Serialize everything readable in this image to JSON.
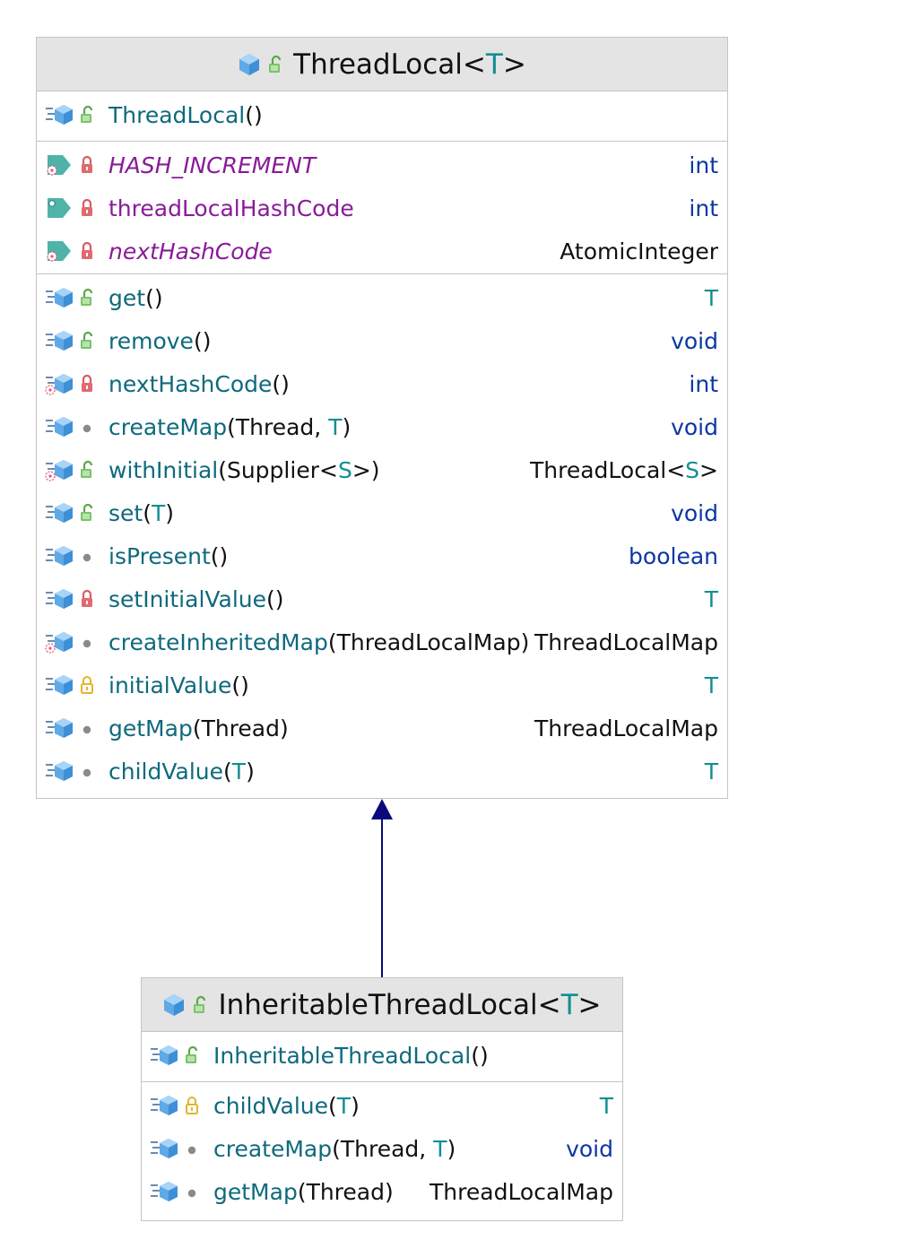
{
  "colors": {
    "method_name": "#0e6a7d",
    "field_name": "#8a1a9a",
    "keyword": "#0b36a3",
    "type_param": "#138e93",
    "header_bg": "#e4e4e4",
    "border": "#c4c4c4",
    "arrow": "#0a0a7a"
  },
  "thread_local": {
    "title_name": "ThreadLocal",
    "title_lt": "<",
    "title_param": "T",
    "title_gt": ">",
    "constructor": {
      "name": "ThreadLocal",
      "args": "()"
    },
    "fields": [
      {
        "name": "HASH_INCREMENT",
        "type": "int",
        "visibility": "private"
      },
      {
        "name": "threadLocalHashCode",
        "type": "int",
        "visibility": "private"
      },
      {
        "name": "nextHashCode",
        "type": "AtomicInteger",
        "visibility": "private"
      }
    ],
    "methods": [
      {
        "name": "get",
        "args": "()",
        "type": "T"
      },
      {
        "name": "remove",
        "args": "()",
        "type": "void"
      },
      {
        "name": "nextHashCode",
        "args": "()",
        "type": "int"
      },
      {
        "name": "createMap",
        "args_a": "(Thread, ",
        "args_p": "T",
        "args_b": ")",
        "type": "void"
      },
      {
        "name": "withInitial",
        "args_a": "(Supplier<",
        "args_p": "S",
        "args_b": ">)",
        "type_a": "ThreadLocal<",
        "type_p": "S",
        "type_b": ">"
      },
      {
        "name": "set",
        "args_a": "(",
        "args_p": "T",
        "args_b": ")",
        "type": "void"
      },
      {
        "name": "isPresent",
        "args": "()",
        "type": "boolean"
      },
      {
        "name": "setInitialValue",
        "args": "()",
        "type": "T"
      },
      {
        "name": "createInheritedMap",
        "args": "(ThreadLocalMap)",
        "type": "ThreadLocalMap"
      },
      {
        "name": "initialValue",
        "args": "()",
        "type": "T"
      },
      {
        "name": "getMap",
        "args": "(Thread)",
        "type": "ThreadLocalMap"
      },
      {
        "name": "childValue",
        "args_a": "(",
        "args_p": "T",
        "args_b": ")",
        "type": "T"
      }
    ]
  },
  "inheritable": {
    "title_name": "InheritableThreadLocal",
    "title_lt": "<",
    "title_param": "T",
    "title_gt": ">",
    "constructor": {
      "name": "InheritableThreadLocal",
      "args": "()"
    },
    "methods": [
      {
        "name": "childValue",
        "args_a": "(",
        "args_p": "T",
        "args_b": ")",
        "type": "T"
      },
      {
        "name": "createMap",
        "args_a": "(Thread, ",
        "args_p": "T",
        "args_b": ")",
        "type": "void"
      },
      {
        "name": "getMap",
        "args": "(Thread)",
        "type": "ThreadLocalMap"
      }
    ]
  }
}
